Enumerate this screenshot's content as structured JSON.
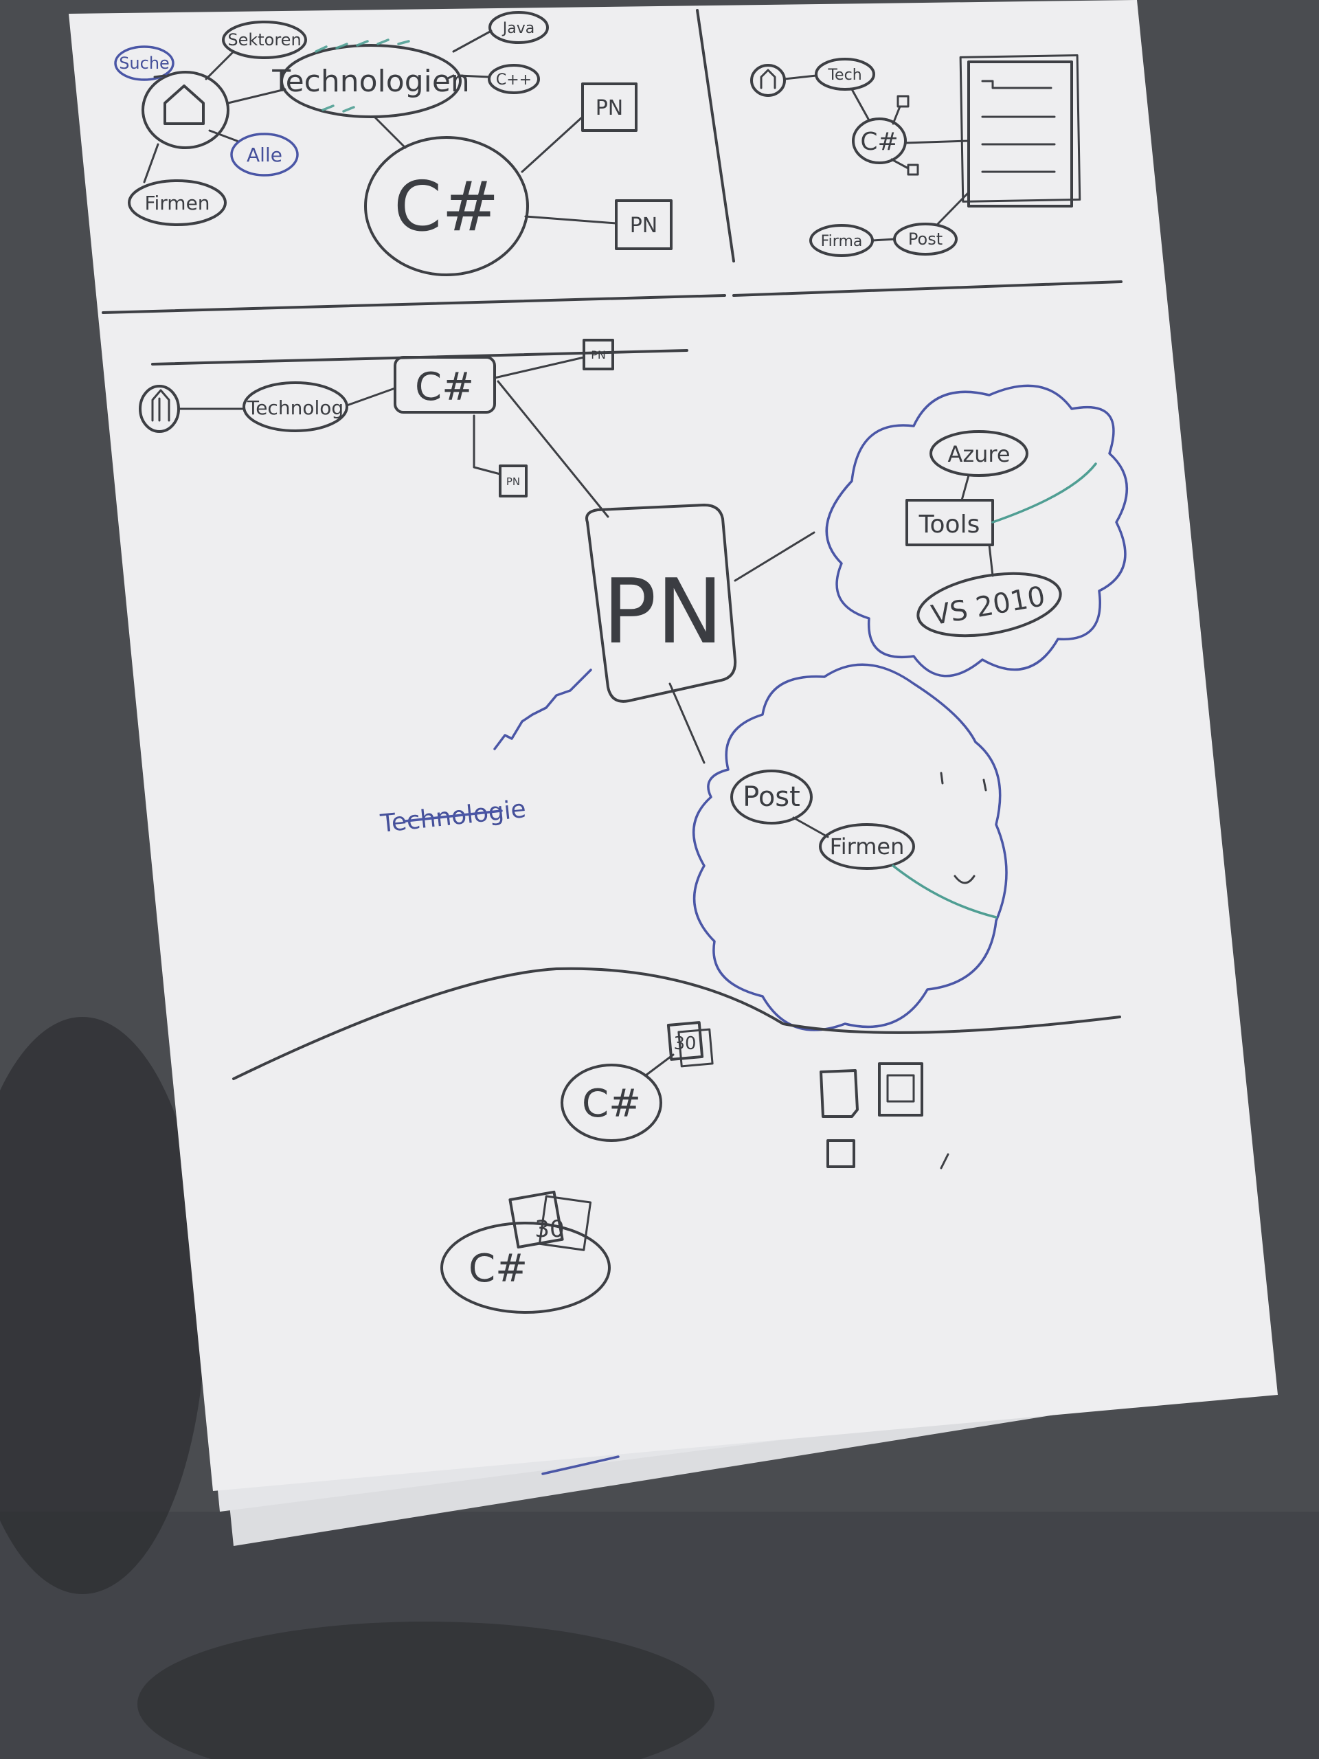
{
  "colors": {
    "floor": "#4a4c50",
    "paper": "#eeeef0",
    "ink": "#3d3f44",
    "ink_blue": "#4a56a6",
    "ink_green": "#4f9e93"
  },
  "sketch_top_left": {
    "technologien": "Technologien",
    "sektoren": "Sektoren",
    "suche": "Suche",
    "java": "Java",
    "cpp": "C++",
    "alle": "Alle",
    "firmen": "Firmen",
    "csharp": "C#",
    "pn_1": "PN",
    "pn_2": "PN"
  },
  "sketch_top_right": {
    "tech": "Tech",
    "csharp": "C#",
    "firma": "Firma",
    "post": "Post"
  },
  "sketch_middle": {
    "technologien": "Technolog",
    "csharp": "C#",
    "pn_small_1": "PN",
    "pn_small_2": "PN",
    "pn_big": "PN",
    "azure": "Azure",
    "tools": "Tools",
    "vs2010": "VS 2010",
    "post": "Post",
    "firmen": "Firmen",
    "crossed_technologie": "Technologie"
  },
  "sketch_bottom": {
    "csharp_1": "C#",
    "badge_1": "30",
    "csharp_2": "C#",
    "badge_2": "30"
  }
}
